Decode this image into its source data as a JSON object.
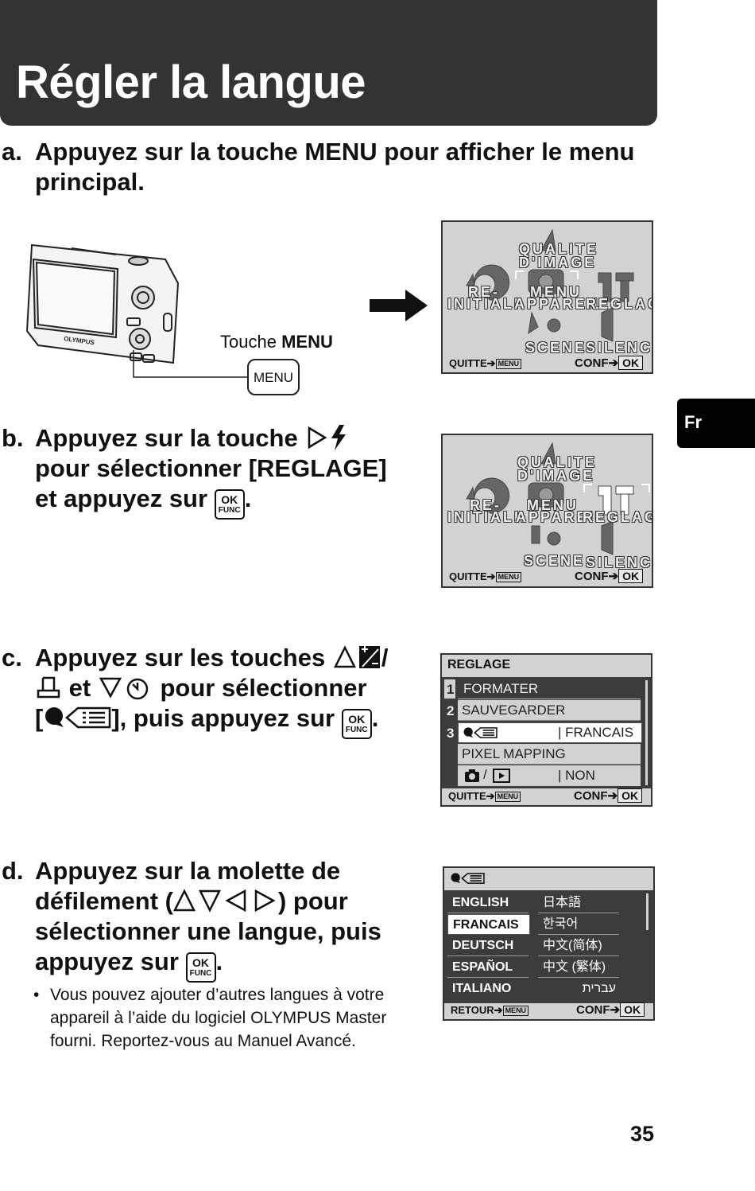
{
  "title": "Régler la langue",
  "side_tab": "Fr",
  "page_number": "35",
  "step_a": {
    "letter": "a.",
    "line1": "Appuyez sur la touche MENU pour afficher le menu",
    "line2": "principal."
  },
  "camera": {
    "brand": "OLYMPUS",
    "touche_label": "Touche",
    "touche_key": "MENU",
    "button": "MENU"
  },
  "step_b": {
    "letter": "b.",
    "line1": "Appuyez sur la touche",
    "line2": "pour sélectionner [REGLAGE]",
    "line3": "et appuyez sur"
  },
  "step_c": {
    "letter": "c.",
    "line1": "Appuyez sur les touches",
    "line2_mid": "et",
    "line2_end": "pour sélectionner",
    "line3_mid": "], puis appuyez sur",
    "line3_open": "[",
    "slash": "/"
  },
  "step_d": {
    "letter": "d.",
    "line1": "Appuyez sur la molette de",
    "line2a": "défilement (",
    "line2b": ") pour",
    "line3": "sélectionner une langue, puis",
    "line4": "appuyez sur"
  },
  "note": {
    "bullet": "•",
    "line1": "Vous pouvez ajouter d’autres langues à votre",
    "line2": "appareil à l’aide du logiciel OLYMPUS Master",
    "line3": "fourni. Reportez-vous au Manuel Avancé."
  },
  "okfunc": {
    "ok": "OK",
    "func": "FUNC"
  },
  "main_menu": {
    "qualite1": "QUALITE",
    "qualite2": "D'IMAGE",
    "reinit1": "RE-",
    "reinit2": "INITIALI.",
    "menu1": "MENU",
    "menu2": "APPAREIL",
    "reglage": "REGLAGE",
    "scene": "SCENE",
    "silence": "SILENCE",
    "quitte": "QUITTE",
    "conf": "CONF",
    "ok": "OK",
    "menu_key": "MENU"
  },
  "reglage_menu": {
    "title": "REGLAGE",
    "rows": [
      {
        "num": "1",
        "label": "FORMATER",
        "value": ""
      },
      {
        "num": "2",
        "label": "SAUVEGARDER",
        "value": ""
      },
      {
        "num": "3",
        "label": "",
        "value": "FRANCAIS"
      },
      {
        "num": "",
        "label": "PIXEL MAPPING",
        "value": ""
      },
      {
        "num": "",
        "label": "/",
        "value": "NON"
      }
    ],
    "quitte": "QUITTE",
    "conf": "CONF",
    "ok": "OK",
    "menu_key": "MENU"
  },
  "lang_menu": {
    "left": [
      "ENGLISH",
      "FRANCAIS",
      "DEUTSCH",
      "ESPAÑOL",
      "ITALIANO"
    ],
    "right": [
      "日本語",
      "한국어",
      "中文(简体)",
      "中文 (繁体)",
      "עברית"
    ],
    "retour": "RETOUR",
    "conf": "CONF",
    "ok": "OK",
    "menu_key": "MENU"
  },
  "colors": {
    "title_bg": "#333333",
    "lcd_bg": "#d2d2d2",
    "highlight": "#ffffff",
    "row_dark": "#3c3c3c"
  }
}
